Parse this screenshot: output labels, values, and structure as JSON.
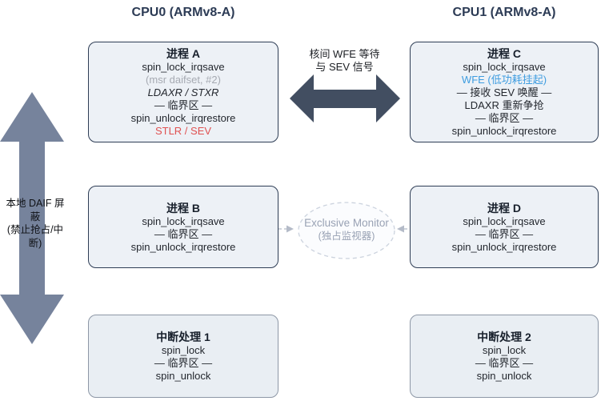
{
  "headers": {
    "cpu0": "CPU0 (ARMv8-A)",
    "cpu1": "CPU1 (ARMv8-A)"
  },
  "boxes": {
    "process_a": {
      "title": "进程 A",
      "lines": [
        "spin_lock_irqsave",
        "(msr daifset, #2)",
        "LDAXR / STXR",
        "— 临界区 —",
        "spin_unlock_irqrestore",
        "STLR / SEV"
      ]
    },
    "process_b": {
      "title": "进程 B",
      "lines": [
        "spin_lock_irqsave",
        "— 临界区 —",
        "spin_unlock_irqrestore"
      ]
    },
    "process_c": {
      "title": "进程 C",
      "lines": [
        "spin_lock_irqsave",
        "WFE (低功耗挂起)",
        "— 接收 SEV 唤醒 —",
        "LDAXR 重新争抢",
        "— 临界区 —",
        "spin_unlock_irqrestore"
      ]
    },
    "process_d": {
      "title": "进程 D",
      "lines": [
        "spin_lock_irqsave",
        "— 临界区 —",
        "spin_unlock_irqrestore"
      ]
    },
    "irq1": {
      "title": "中断处理 1",
      "lines": [
        "spin_lock",
        "— 临界区 —",
        "spin_unlock"
      ]
    },
    "irq2": {
      "title": "中断处理 2",
      "lines": [
        "spin_lock",
        "— 临界区 —",
        "spin_unlock"
      ]
    }
  },
  "annotations": {
    "wfe_line1": "核间 WFE 等待",
    "wfe_line2": "与 SEV 信号",
    "daif_lines": [
      "本地 DAIF 屏",
      "蔽",
      "(禁止抢占/中",
      "断)"
    ],
    "monitor_title": "Exclusive Monitor",
    "monitor_subtitle": "(独占监视器)"
  },
  "colors": {
    "red": "#e05252",
    "blue": "#3f9de0",
    "muted": "#a6aab2",
    "arrow-dark": "#424e61",
    "arrow-light": "#76839c",
    "node-fill": "#edf1f6",
    "node-border": "#2e3d55",
    "irq-fill": "#e9eef3",
    "irq-border": "#8d97a6",
    "header-ink": "#2c3b55",
    "monitor-ink": "#99a2b4"
  }
}
